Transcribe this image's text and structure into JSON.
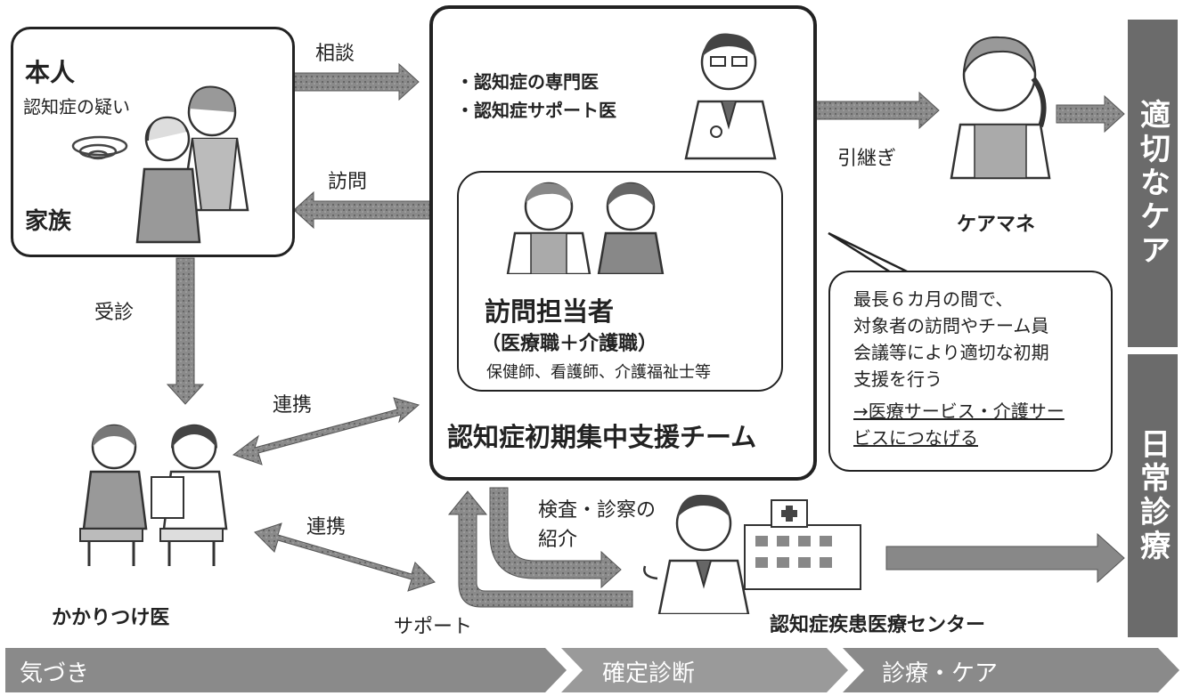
{
  "patient_box": {
    "title": "本人",
    "subtitle": "認知症の疑い",
    "family": "家族"
  },
  "team_box": {
    "doctor_items": [
      "・認知症の専門医",
      "・認知症サポート医"
    ],
    "visitor_title": "訪問担当者",
    "visitor_sub": "（医療職＋介護職）",
    "visitor_roles": "保健師、看護師、介護福祉士等",
    "team_name": "認知症初期集中支援チーム"
  },
  "arrows": {
    "consult": "相談",
    "visit": "訪問",
    "handover": "引継ぎ",
    "consult_visit": "受診",
    "cooperation_top": "連携",
    "cooperation_bottom": "連携",
    "exam_intro_line1": "検査・診察の",
    "exam_intro_line2": "紹介",
    "support": "サポート"
  },
  "actors": {
    "care_manager": "ケアマネ",
    "family_doctor": "かかりつけ医",
    "medical_center": "認知症疾患医療センター"
  },
  "callout": {
    "lines": [
      "最長６カ月の間で、",
      "対象者の訪問やチーム員",
      "会議等により適切な初期",
      "支援を行う"
    ],
    "link_lines": [
      "→医療サービス・介護サー",
      "ビスにつなげる"
    ]
  },
  "right_bars": {
    "top": "適切なケア",
    "bottom": "日常診療"
  },
  "bottom_flow": [
    "気づき",
    "確定診断",
    "診療・ケア"
  ],
  "colors": {
    "arrow": "#7a7a7a",
    "bar": "#6b6b6b",
    "flow": "#8a8a8a"
  }
}
